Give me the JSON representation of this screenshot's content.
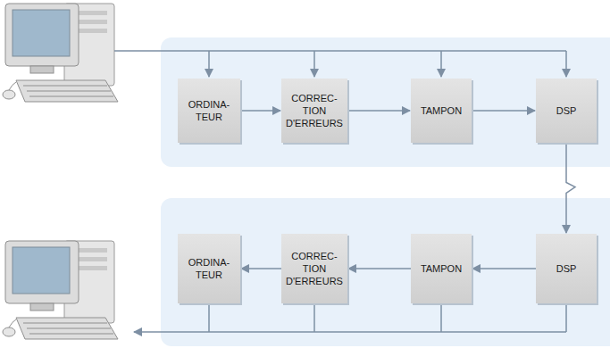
{
  "diagram": {
    "nodes": [
      {
        "text": [
          "ORDINA- TEUR"
        ]
      },
      {
        "text": [
          "CORREC- TION D'ERREURS"
        ]
      },
      {
        "text": [
          "TAMPON"
        ]
      },
      {
        "text": [
          "DSP"
        ]
      },
      {
        "text": [
          "ORDINA- TEUR"
        ]
      },
      {
        "text": [
          "CORREC- TION D'ERREURS"
        ]
      },
      {
        "text": [
          "TAMPON"
        ]
      },
      {
        "text": [
          "DSP"
        ]
      }
    ],
    "edges": [
      {
        "from": 0,
        "to": 1,
        "arrow": "to"
      },
      {
        "from": 1,
        "to": 2,
        "arrow": "to"
      },
      {
        "from": 2,
        "to": 3,
        "arrow": "to"
      },
      {
        "from": 3,
        "to": 7,
        "arrow": "to"
      },
      {
        "from": 7,
        "to": 6,
        "arrow": "to"
      },
      {
        "from": 6,
        "to": 5,
        "arrow": "to"
      },
      {
        "from": 5,
        "to": 4,
        "arrow": "to"
      }
    ]
  }
}
